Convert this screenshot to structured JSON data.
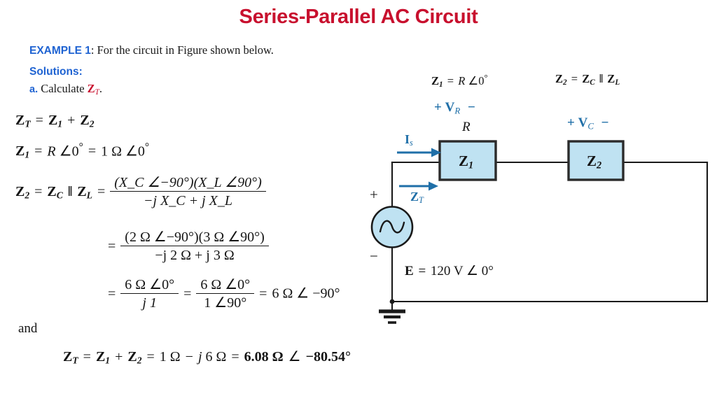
{
  "title": "Series-Parallel AC Circuit",
  "intro": {
    "example_label": "EXAMPLE 1",
    "example_text": ": For the circuit in Figure shown below.",
    "solutions_label": "Solutions:",
    "step_label": "a.",
    "step_text": "Calculate",
    "step_symbol": "Z",
    "step_symbol_sub": "T",
    "step_period": "."
  },
  "derivation": {
    "line1": {
      "lhs_sym": "Z",
      "lhs_sub": "T",
      "eq": "=",
      "t1_sym": "Z",
      "t1_sub": "1",
      "plus": "+",
      "t2_sym": "Z",
      "t2_sub": "2"
    },
    "line2": {
      "lhs_sym": "Z",
      "lhs_sub": "1",
      "eq1": "=",
      "R": "R",
      "ang1": "∠",
      "zero1": "0",
      "deg1": "°",
      "eq2": "=",
      "one": "1",
      "ohm": "Ω",
      "ang2": "∠",
      "zero2": "0",
      "deg2": "°"
    },
    "line3": {
      "lhs_sym": "Z",
      "lhs_sub": "2",
      "eq1": "=",
      "zc_sym": "Z",
      "zc_sub": "C",
      "par": "‖",
      "zl_sym": "Z",
      "zl_sub": "L",
      "eq2": "=",
      "num": "(X_C ∠−90°)(X_L ∠90°)",
      "den": "−j X_C + j X_L"
    },
    "line4": {
      "eq": "=",
      "num": "(2 Ω ∠−90°)(3 Ω ∠90°)",
      "den": "−j 2 Ω + j 3 Ω"
    },
    "line5": {
      "eq1": "=",
      "f1_num": "6 Ω ∠0°",
      "f1_den": "j 1",
      "eq2": "=",
      "f2_num": "6 Ω ∠0°",
      "f2_den": "1 ∠90°",
      "eq3": "=",
      "result": "6 Ω ∠ −90°"
    },
    "and_word": "and",
    "line6": {
      "lhs_sym": "Z",
      "lhs_sub": "T",
      "eq1": "=",
      "t1_sym": "Z",
      "t1_sub": "1",
      "plus": "+",
      "t2_sym": "Z",
      "t2_sub": "2",
      "eq2": "=",
      "real": "1 Ω",
      "minus": "−",
      "imag_j": "j",
      "imag_val": "6 Ω",
      "eq3": "=",
      "mag": "6.08 Ω",
      "ang": "∠",
      "phase": "−80.54°"
    }
  },
  "circuit": {
    "z1_def": {
      "lhs": "Z",
      "lhs_sub": "1",
      "eq": "=",
      "R": "R",
      "ang": "∠",
      "val": "0",
      "deg": "°"
    },
    "z2_def": {
      "lhs": "Z",
      "lhs_sub": "2",
      "eq": "=",
      "zc": "Z",
      "zc_sub": "C",
      "par": "‖",
      "zl": "Z",
      "zl_sub": "L"
    },
    "vr_plus": "+",
    "vr_label": "V",
    "vr_sub": "R",
    "vr_minus": "−",
    "r_label": "R",
    "vc_plus": "+",
    "vc_label": "V",
    "vc_sub": "C",
    "vc_minus": "−",
    "is_label": "I",
    "is_sub": "s",
    "zt_label": "Z",
    "zt_sub": "T",
    "z1_box": "Z",
    "z1_box_sub": "1",
    "z2_box": "Z",
    "z2_box_sub": "2",
    "source_plus": "+",
    "source_minus": "−",
    "e_label": "E",
    "e_eq": "=",
    "e_value": "120 V ∠ 0°"
  },
  "colors": {
    "title_red": "#c8102e",
    "heading_blue": "#1f63d2",
    "label_blue": "#1f6fa8",
    "box_fill": "#bfe2f2",
    "box_stroke": "#2b2b2b",
    "wire": "#1a1a1a",
    "arrow_blue": "#1f6fa8"
  }
}
